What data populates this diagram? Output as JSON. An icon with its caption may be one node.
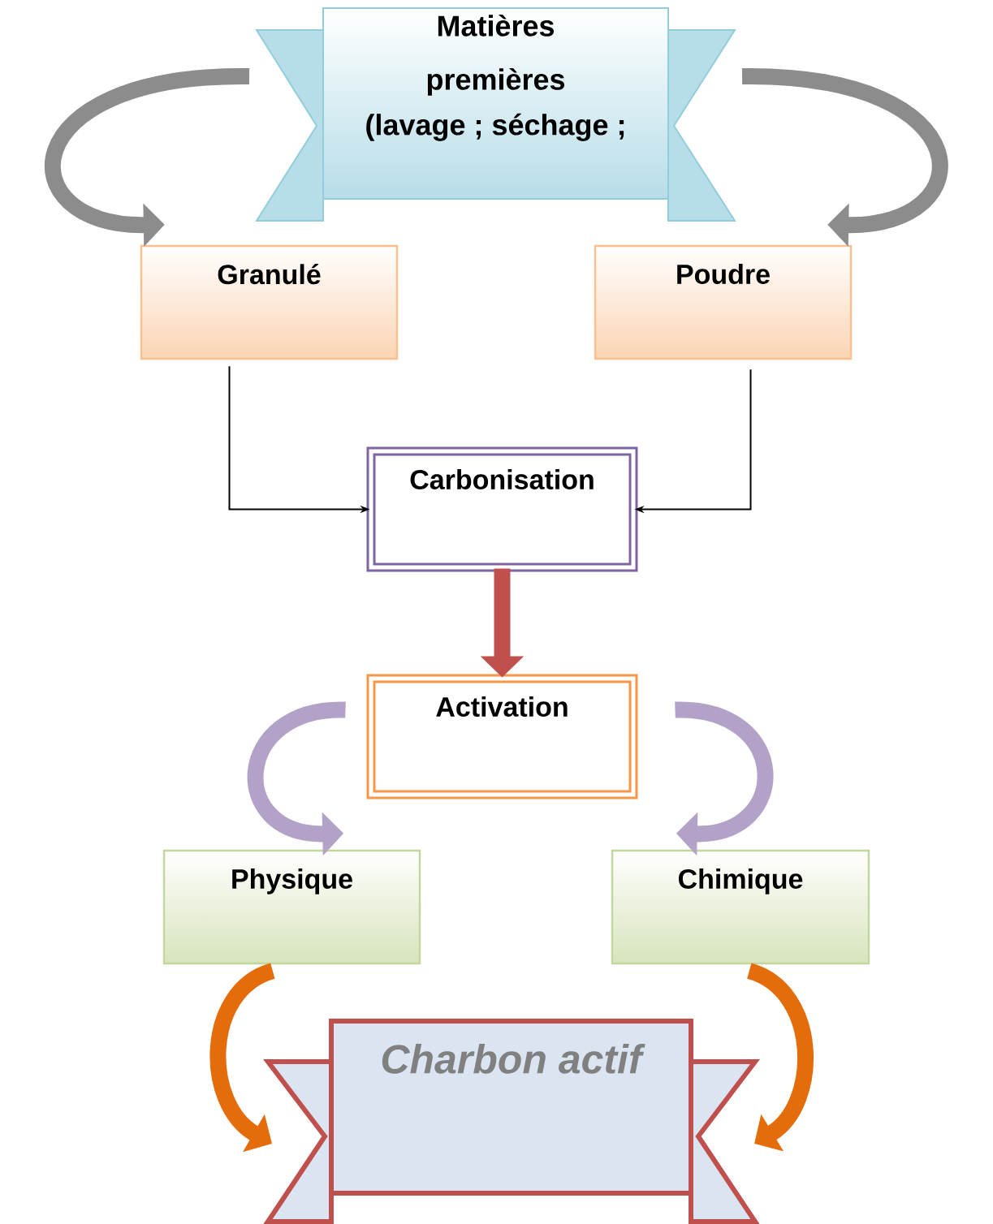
{
  "diagram": {
    "nodes": [
      {
        "text": [
          "Matières premières",
          "(lavage ; séchage ;"
        ]
      },
      {
        "text": [
          "Granulé"
        ]
      },
      {
        "text": [
          "Poudre"
        ]
      },
      {
        "text": [
          "Carbonisation"
        ]
      },
      {
        "text": [
          "Activation"
        ]
      },
      {
        "text": [
          "Physique"
        ]
      },
      {
        "text": [
          "Chimique"
        ]
      },
      {
        "text": [
          "Charbon actif"
        ]
      }
    ],
    "edges": [
      {
        "from": 0,
        "to": 1,
        "arrow": "to",
        "color": "#8c8c8c"
      },
      {
        "from": 0,
        "to": 2,
        "arrow": "to",
        "color": "#8c8c8c"
      },
      {
        "from": 1,
        "to": 3,
        "arrow": "to",
        "color": "#000000"
      },
      {
        "from": 2,
        "to": 3,
        "arrow": "to",
        "color": "#000000"
      },
      {
        "from": 3,
        "to": 4,
        "arrow": "to",
        "color": "#c0504d"
      },
      {
        "from": 4,
        "to": 5,
        "arrow": "to",
        "color": "#b3a2c7"
      },
      {
        "from": 4,
        "to": 6,
        "arrow": "to",
        "color": "#b3a2c7"
      },
      {
        "from": 5,
        "to": 7,
        "arrow": "to",
        "color": "#e46c0a"
      },
      {
        "from": 6,
        "to": 7,
        "arrow": "to",
        "color": "#e46c0a"
      }
    ]
  }
}
